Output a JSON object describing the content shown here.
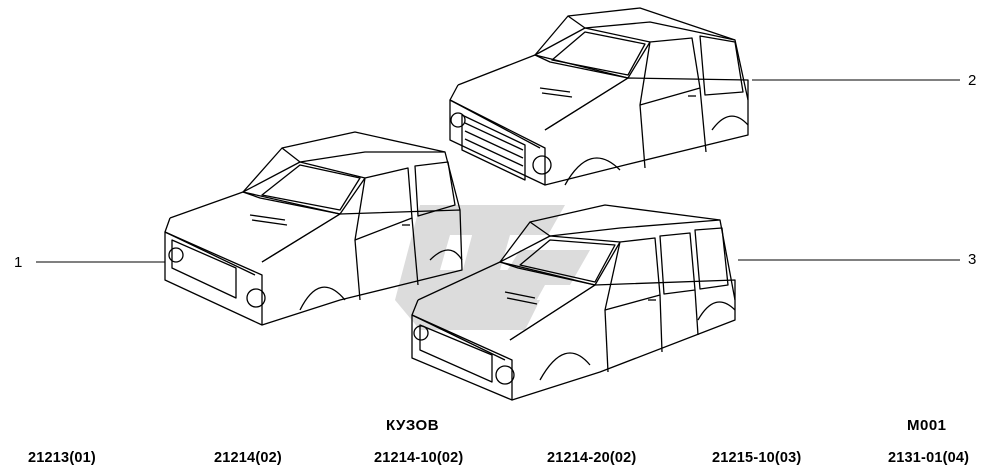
{
  "diagram": {
    "title": "КУЗОВ",
    "code": "М001",
    "callouts": [
      "1",
      "2",
      "3"
    ]
  },
  "models": [
    "21213(01)",
    "21214(02)",
    "21214-10(02)",
    "21214-20(02)",
    "21215-10(03)",
    "2131-01(04)"
  ],
  "colors": {
    "line": "#000000",
    "watermark": "#dcdcdc"
  }
}
